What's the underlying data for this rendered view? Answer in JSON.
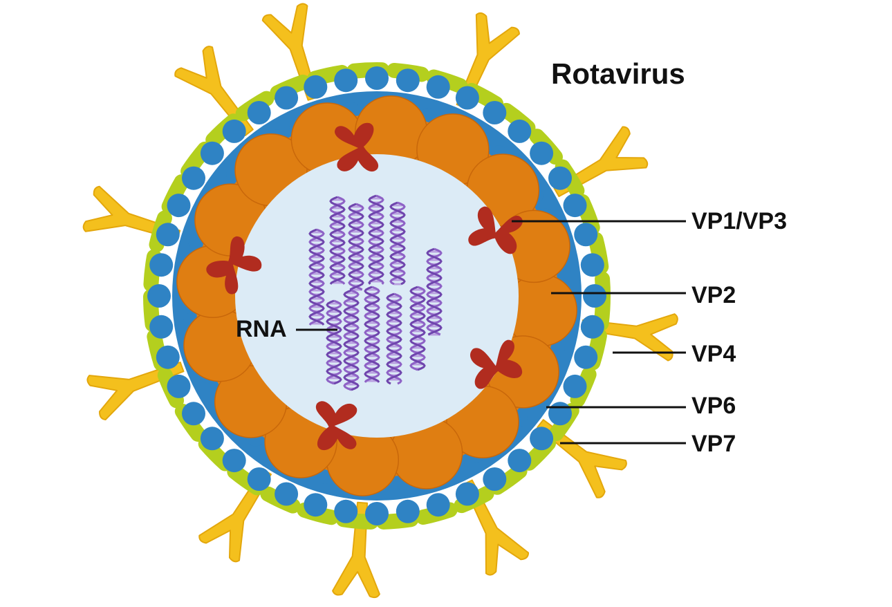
{
  "title": "Rotavirus",
  "labels": {
    "rna": "RNA",
    "vp1_vp3": "VP1/VP3",
    "vp2": "VP2",
    "vp4": "VP4",
    "vp6": "VP6",
    "vp7": "VP7"
  },
  "colors": {
    "vp7_outer_layer": "#b4cf1e",
    "vp6_middle_layer": "#2f83c4",
    "vp2_inner_layer": "#df7e12",
    "vp1_vp3_enzymes": "#b12c1f",
    "vp4_spikes": "#f4c01d",
    "core_interior": "#dcebf6",
    "rna": "#8e62c6"
  }
}
